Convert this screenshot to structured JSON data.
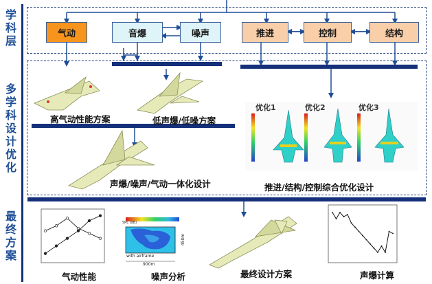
{
  "side_labels": {
    "discipline_layer": "学科层",
    "mdo": "多学科设计优化",
    "final": "最终方案"
  },
  "discipline_boxes": [
    "气动",
    "音爆",
    "噪声",
    "推进",
    "控制",
    "结构"
  ],
  "design_labels": {
    "high_aero": "高气动性能方案",
    "low_boom": "低声爆/低噪方案",
    "integrated": "声爆/噪声/气动一体化设计",
    "propulsion_structure_control": "推进/结构/控制综合优化设计"
  },
  "optim_labels": [
    "优化1",
    "优化2",
    "优化3"
  ],
  "final_labels": {
    "aero_perf": "气动性能",
    "noise_analysis": "噪声分析",
    "final_design": "最终设计方案",
    "boom_calc": "声爆计算"
  },
  "noise_plot_labels": {
    "top_left": "SPL (dB)",
    "airframe": "with airframe",
    "width": "900m",
    "height": "450m"
  },
  "colors": {
    "navy": "#14307a",
    "orange": "#f7941d",
    "cyan": "#dff4f8",
    "peach": "#f9cfa9",
    "aircraft": "#e6eab8"
  },
  "chart_data": [
    {
      "type": "line",
      "name": "aero-performance",
      "x": [
        0,
        2,
        4,
        6,
        8,
        10
      ],
      "series": [
        {
          "values": [
            2,
            5,
            8,
            11,
            15,
            17
          ]
        },
        {
          "values": [
            11,
            13,
            16,
            12,
            10,
            8
          ]
        }
      ],
      "legend": "top-left"
    },
    {
      "type": "line",
      "name": "sonic-boom-signature",
      "x": [
        0,
        5,
        10,
        15,
        20,
        25,
        30,
        35,
        40,
        45,
        50,
        55,
        60,
        65,
        70,
        75,
        80
      ],
      "values": [
        1.0,
        0.7,
        1.0,
        0.8,
        0.9,
        0.5,
        0.3,
        0.1,
        -0.1,
        -0.3,
        -0.5,
        -0.7,
        -0.9,
        -0.6,
        -0.9,
        0.1,
        0.0
      ]
    }
  ]
}
